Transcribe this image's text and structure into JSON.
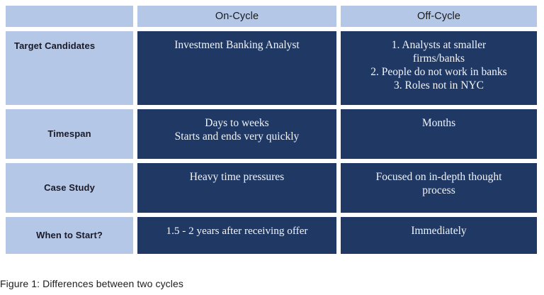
{
  "figure": {
    "caption": "Figure 1: Differences between two cycles"
  },
  "colors": {
    "header_fill": "#B4C7E7",
    "label_fill": "#B4C7E7",
    "data_fill": "#1F3864",
    "data_text": "#F2F4F8",
    "label_text": "#1A1A28",
    "caption_text": "#1D1D1D",
    "page_background": "#FFFFFF"
  },
  "table": {
    "columns": [
      {
        "key": "row_label",
        "label": ""
      },
      {
        "key": "on_cycle",
        "label": "On-Cycle"
      },
      {
        "key": "off_cycle",
        "label": "Off-Cycle"
      }
    ],
    "rows": [
      {
        "label": "Target Candidates",
        "on_cycle_lines": [
          "Investment Banking Analyst"
        ],
        "off_cycle_lines": [
          "1. Analysts at smaller",
          "firms/banks",
          "2. People do not work in banks",
          "3. Roles not in NYC"
        ]
      },
      {
        "label": "Timespan",
        "on_cycle_lines": [
          "Days to weeks",
          "Starts and ends very quickly"
        ],
        "off_cycle_lines": [
          "Months"
        ]
      },
      {
        "label": "Case Study",
        "on_cycle_lines": [
          "Heavy time pressures"
        ],
        "off_cycle_lines": [
          "Focused on in-depth thought",
          "process"
        ]
      },
      {
        "label": "When to Start?",
        "on_cycle_lines": [
          "1.5 - 2 years after receiving offer"
        ],
        "off_cycle_lines": [
          "Immediately"
        ]
      }
    ]
  }
}
